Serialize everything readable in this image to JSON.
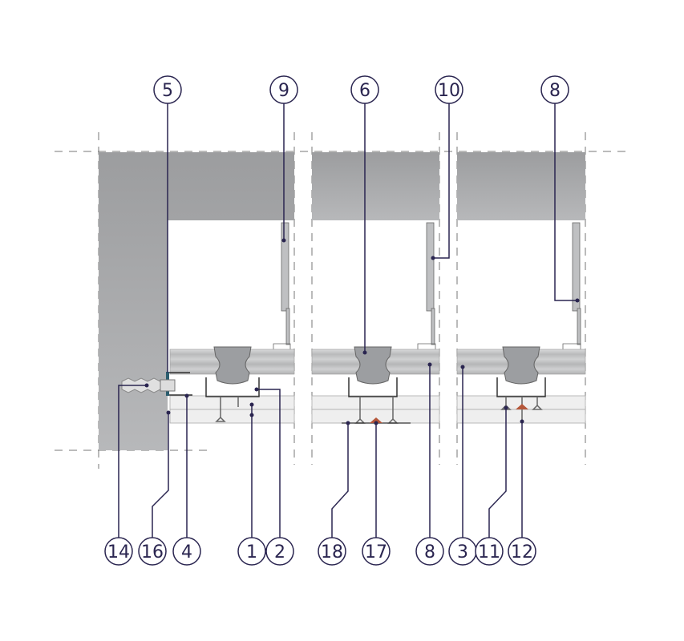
{
  "colors": {
    "line": "#2a2550",
    "concrete": "#a4a5a7",
    "rail": "#c9cacb",
    "board": "#ececec",
    "metal": "#9c9ea1",
    "accent": "#b5573a"
  },
  "callouts_top": [
    {
      "label": "5"
    },
    {
      "label": "9"
    },
    {
      "label": "6"
    },
    {
      "label": "10"
    },
    {
      "label": "8"
    }
  ],
  "callouts_bottom": [
    {
      "label": "14"
    },
    {
      "label": "16"
    },
    {
      "label": "4"
    },
    {
      "label": "1"
    },
    {
      "label": "2"
    },
    {
      "label": "18"
    },
    {
      "label": "17"
    },
    {
      "label": "8"
    },
    {
      "label": "3"
    },
    {
      "label": "11"
    },
    {
      "label": "12"
    }
  ]
}
